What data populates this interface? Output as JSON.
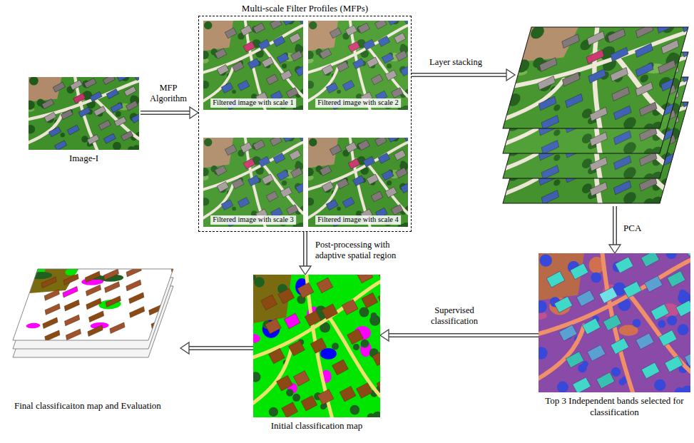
{
  "diagram": {
    "nodes": [
      {
        "text": [
          "Image-I"
        ]
      },
      {
        "text": [
          "Multi-scale Filter Profiles (MFPs)"
        ]
      },
      {
        "text": [
          "Filtered image with scale 1"
        ],
        "in": 1
      },
      {
        "text": [
          "Filtered image with scale 2"
        ],
        "in": 1
      },
      {
        "text": [
          "Filtered image with scale 3"
        ],
        "in": 1
      },
      {
        "text": [
          "Filtered image with scale 4"
        ],
        "in": 1
      },
      {
        "text": [
          "Top 3 Independent bands selected for classification"
        ]
      },
      {
        "text": [
          "Initial classification map"
        ]
      },
      {
        "text": [
          "Final classificaiton map and Evaluation"
        ]
      }
    ],
    "edges": [
      {
        "from": 0,
        "to": 1,
        "arrow": "to",
        "label": "MFP Algorithm"
      },
      {
        "from": 1,
        "to": 6,
        "arrow": "to",
        "label": "Layer stacking"
      },
      {
        "from": 1,
        "to": 7,
        "arrow": "to",
        "label": "Post-processing with adaptive spatial region"
      },
      {
        "from": 6,
        "to": 7,
        "arrow": "to",
        "label": "Supervised classification"
      },
      {
        "from": 7,
        "to": 8,
        "arrow": "to"
      }
    ],
    "labels": [
      "PCA"
    ]
  }
}
